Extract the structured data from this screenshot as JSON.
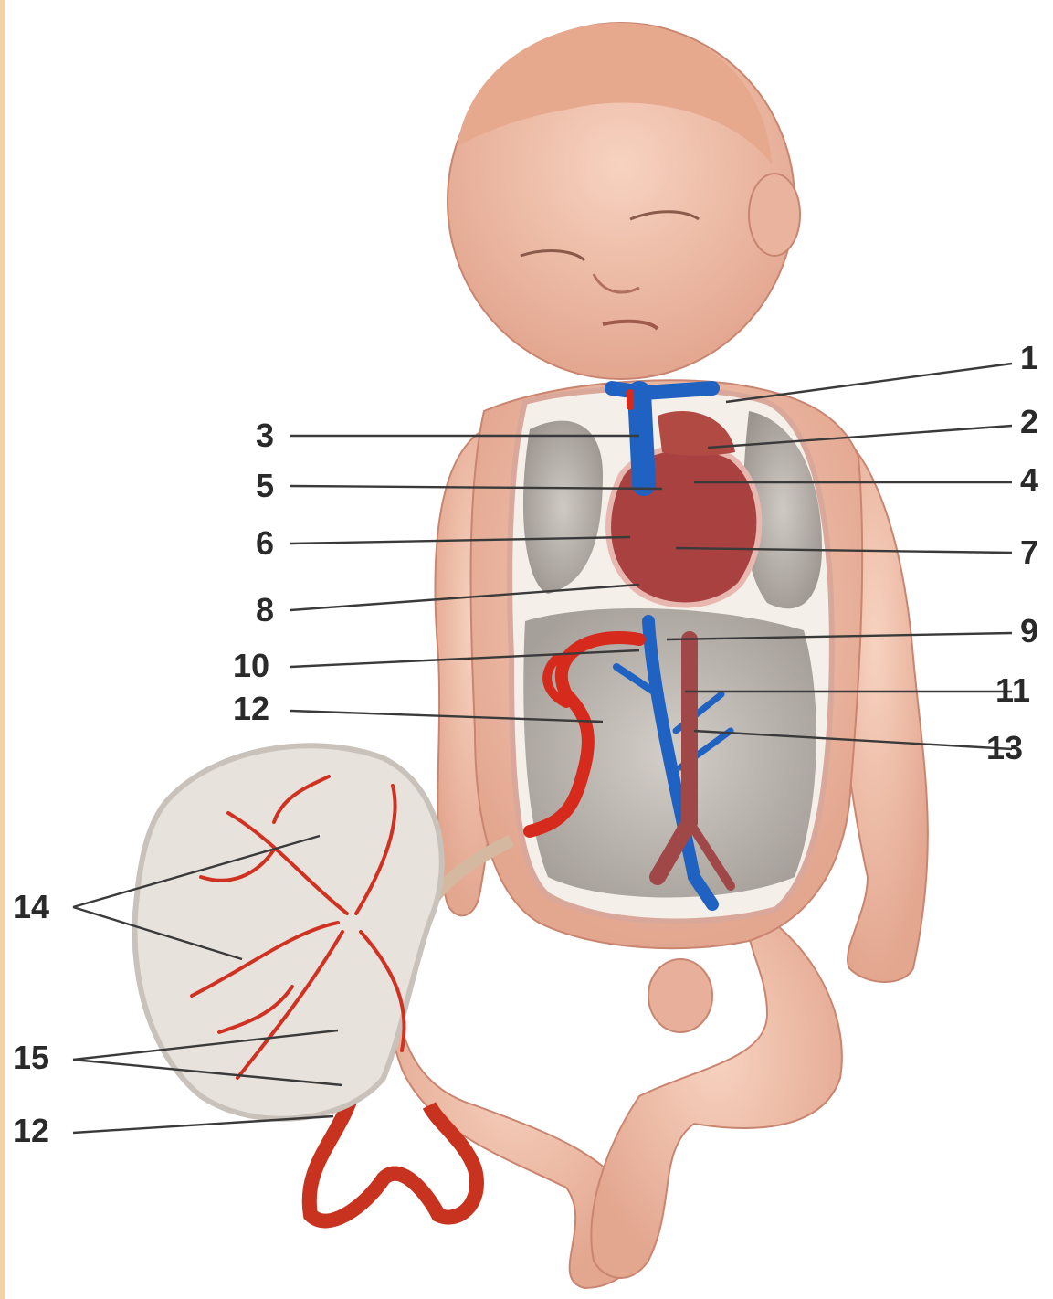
{
  "labels": {
    "l1": "1",
    "l2": "2",
    "l3": "3",
    "l4": "4",
    "l5": "5",
    "l6": "6",
    "l7": "7",
    "l8": "8",
    "l9": "9",
    "l10": "10",
    "l11": "11",
    "l12a": "12",
    "l13": "13",
    "l14": "14",
    "l15": "15",
    "l12b": "12"
  },
  "colors": {
    "skin": "#f2c1aa",
    "skin_shadow": "#d99683",
    "artery": "#d62a1c",
    "vein": "#1f62c2",
    "organ": "#a9a29c",
    "heart": "#a8413f",
    "placenta": "#e8e2dc"
  }
}
